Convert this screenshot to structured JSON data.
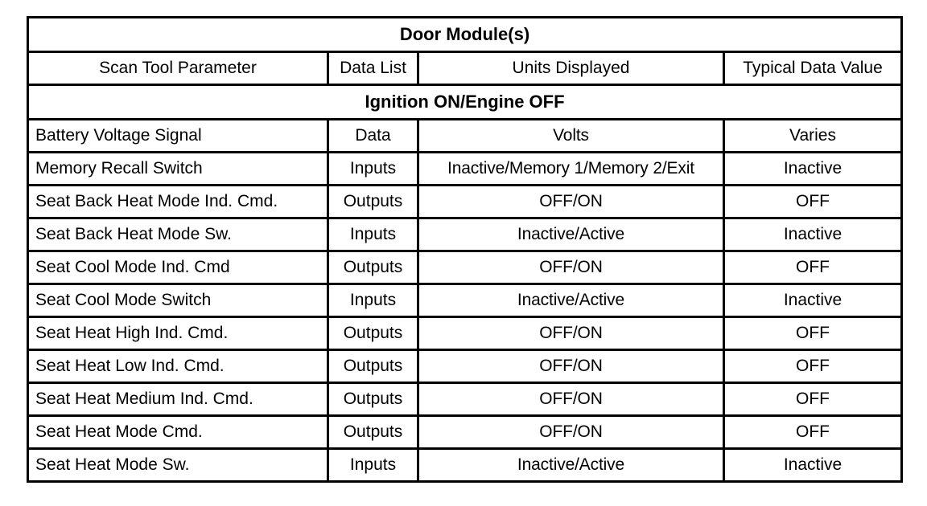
{
  "table": {
    "title": "Door Module(s)",
    "column_headers": [
      "Scan Tool Parameter",
      "Data List",
      "Units Displayed",
      "Typical Data Value"
    ],
    "sections": [
      {
        "heading": "Ignition ON/Engine OFF",
        "rows": [
          {
            "parameter": "Battery Voltage Signal",
            "data_list": "Data",
            "units": "Volts",
            "value": "Varies"
          },
          {
            "parameter": "Memory Recall Switch",
            "data_list": "Inputs",
            "units": "Inactive/Memory 1/Memory 2/Exit",
            "value": "Inactive"
          },
          {
            "parameter": "Seat Back Heat Mode Ind. Cmd.",
            "data_list": "Outputs",
            "units": "OFF/ON",
            "value": "OFF"
          },
          {
            "parameter": "Seat Back Heat Mode Sw.",
            "data_list": "Inputs",
            "units": "Inactive/Active",
            "value": "Inactive"
          },
          {
            "parameter": "Seat Cool Mode Ind. Cmd",
            "data_list": "Outputs",
            "units": "OFF/ON",
            "value": "OFF"
          },
          {
            "parameter": "Seat Cool Mode Switch",
            "data_list": "Inputs",
            "units": "Inactive/Active",
            "value": "Inactive"
          },
          {
            "parameter": "Seat Heat High Ind. Cmd.",
            "data_list": "Outputs",
            "units": "OFF/ON",
            "value": "OFF"
          },
          {
            "parameter": "Seat Heat Low Ind. Cmd.",
            "data_list": "Outputs",
            "units": "OFF/ON",
            "value": "OFF"
          },
          {
            "parameter": "Seat Heat Medium Ind. Cmd.",
            "data_list": "Outputs",
            "units": "OFF/ON",
            "value": "OFF"
          },
          {
            "parameter": "Seat Heat Mode Cmd.",
            "data_list": "Outputs",
            "units": "OFF/ON",
            "value": "OFF"
          },
          {
            "parameter": "Seat Heat Mode Sw.",
            "data_list": "Inputs",
            "units": "Inactive/Active",
            "value": "Inactive"
          }
        ]
      }
    ]
  },
  "colors": {
    "page_background": "#ffffff",
    "rule": "#000000",
    "text": "#000000"
  }
}
